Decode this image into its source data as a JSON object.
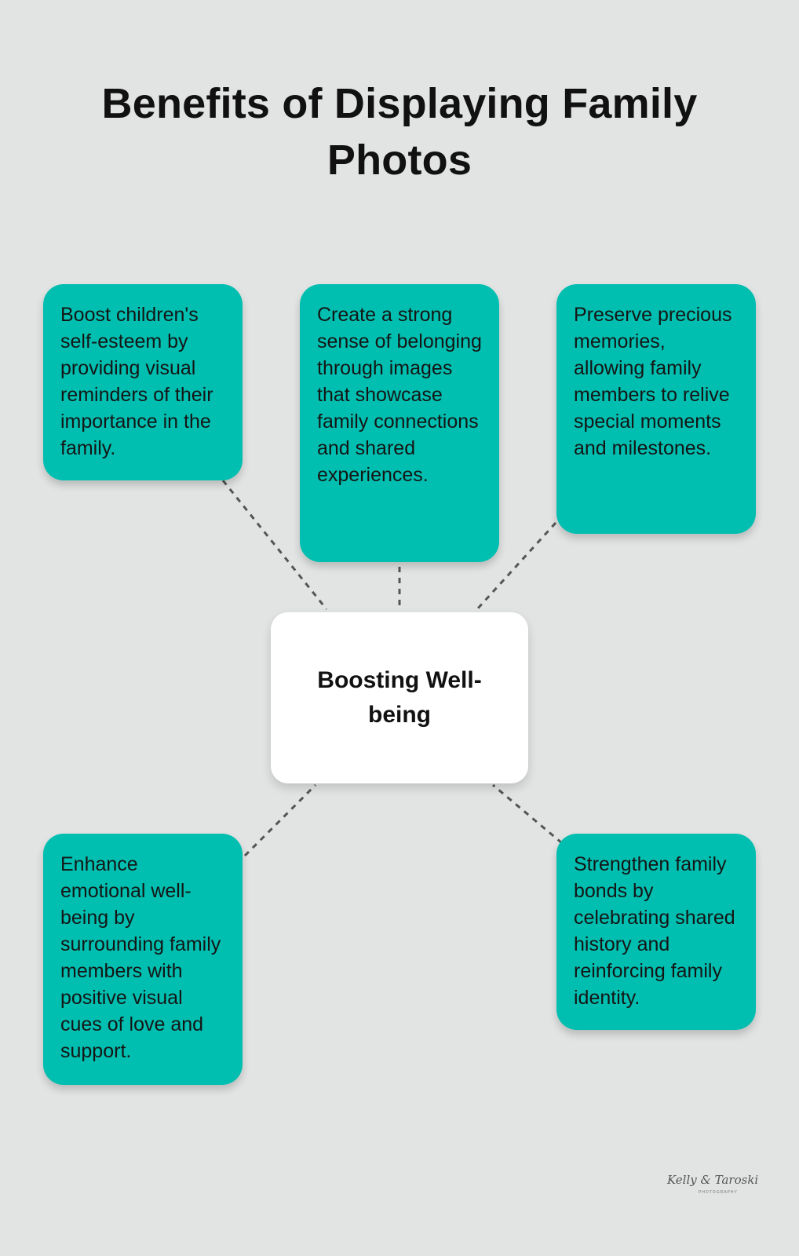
{
  "title": "Benefits of Displaying Family Photos",
  "center": {
    "label": "Boosting Well-being"
  },
  "benefits": [
    {
      "text": "Boost children's self-esteem by providing visual reminders of their importance in the family."
    },
    {
      "text": "Create a strong sense of belonging through images that showcase family connections and shared experiences."
    },
    {
      "text": "Preserve precious memories, allowing family members to relive special moments and milestones."
    },
    {
      "text": "Enhance emotional well-being by surrounding family members with positive visual cues of love and support."
    },
    {
      "text": "Strengthen family bonds by celebrating shared history and reinforcing family identity."
    }
  ],
  "logo": {
    "name": "Kelly & Taroski",
    "subtitle": "PHOTOGRAPHY"
  },
  "colors": {
    "background": "#e2e4e4",
    "card": "#00bfb0",
    "hub": "#ffffff",
    "connector": "#555555"
  }
}
